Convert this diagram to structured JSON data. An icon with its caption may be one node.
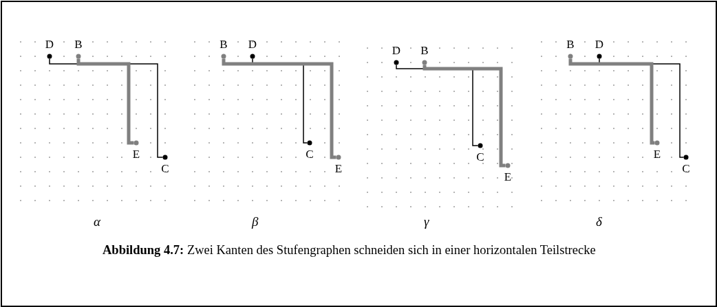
{
  "diagram": {
    "caption": "**Abbildung 4.7:** Zwei Kanten des Stufengraphen schneiden sich in einer horizontalen Teilstrecke",
    "nodes": [
      {
        "text": [
          "D"
        ]
      },
      {
        "text": [
          "B"
        ]
      },
      {
        "text": [
          "E"
        ]
      },
      {
        "text": [
          "C"
        ]
      },
      {
        "text": [
          "B"
        ]
      },
      {
        "text": [
          "D"
        ]
      },
      {
        "text": [
          "C"
        ]
      },
      {
        "text": [
          "E"
        ]
      },
      {
        "text": [
          "D"
        ]
      },
      {
        "text": [
          "B"
        ]
      },
      {
        "text": [
          "C"
        ]
      },
      {
        "text": [
          "E"
        ]
      },
      {
        "text": [
          "B"
        ]
      },
      {
        "text": [
          "D"
        ]
      },
      {
        "text": [
          "E"
        ]
      },
      {
        "text": [
          "C"
        ]
      }
    ],
    "edges": [
      {
        "from": 0,
        "to": 3,
        "arrow": "none"
      },
      {
        "from": 1,
        "to": 2,
        "arrow": "none",
        "style": "thick",
        "color": "#808080"
      },
      {
        "from": 5,
        "to": 6,
        "arrow": "none"
      },
      {
        "from": 4,
        "to": 7,
        "arrow": "none",
        "style": "thick",
        "color": "#808080"
      },
      {
        "from": 8,
        "to": 10,
        "arrow": "none"
      },
      {
        "from": 9,
        "to": 11,
        "arrow": "none",
        "style": "thick",
        "color": "#808080"
      },
      {
        "from": 13,
        "to": 15,
        "arrow": "none"
      },
      {
        "from": 12,
        "to": 14,
        "arrow": "none",
        "style": "thick",
        "color": "#808080"
      }
    ],
    "labels": [
      "α",
      "β",
      "γ",
      "δ"
    ]
  }
}
